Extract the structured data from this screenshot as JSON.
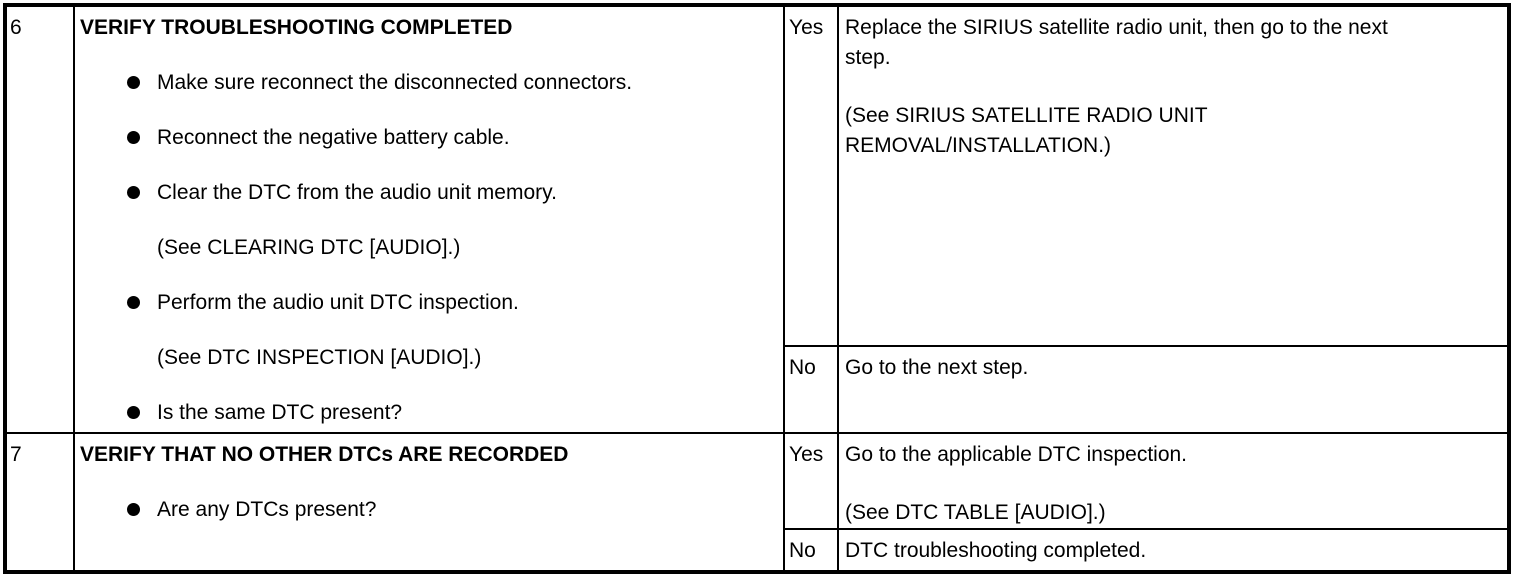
{
  "icons": {
    "bullet-icon": "filled-circle"
  },
  "table": {
    "rows": [
      {
        "step": "6",
        "title": "VERIFY TROUBLESHOOTING COMPLETED",
        "items": [
          {
            "type": "bullet",
            "text": "Make sure reconnect the disconnected connectors."
          },
          {
            "type": "bullet",
            "text": "Reconnect the negative battery cable."
          },
          {
            "type": "bullet",
            "text": "Clear the DTC from the audio unit memory."
          },
          {
            "type": "note",
            "text": "(See CLEARING DTC [AUDIO].)"
          },
          {
            "type": "bullet",
            "text": "Perform the audio unit DTC inspection."
          },
          {
            "type": "note",
            "text": "(See DTC INSPECTION [AUDIO].)"
          },
          {
            "type": "bullet",
            "text": "Is the same DTC present?"
          }
        ],
        "yes": {
          "label": "Yes",
          "paragraphs": [
            [
              "Replace the SIRIUS satellite radio unit, then go to the next",
              "step."
            ],
            [
              "(See SIRIUS SATELLITE RADIO UNIT",
              "REMOVAL/INSTALLATION.)"
            ]
          ]
        },
        "no": {
          "label": "No",
          "paragraphs": [
            [
              "Go to the next step."
            ]
          ]
        }
      },
      {
        "step": "7",
        "title": "VERIFY THAT NO OTHER DTCs ARE RECORDED",
        "items": [
          {
            "type": "bullet",
            "text": "Are any DTCs present?"
          }
        ],
        "yes": {
          "label": "Yes",
          "paragraphs": [
            [
              "Go to the applicable DTC inspection."
            ],
            [
              "(See DTC TABLE [AUDIO].)"
            ]
          ]
        },
        "no": {
          "label": "No",
          "paragraphs": [
            [
              "DTC troubleshooting completed."
            ]
          ]
        }
      }
    ]
  }
}
